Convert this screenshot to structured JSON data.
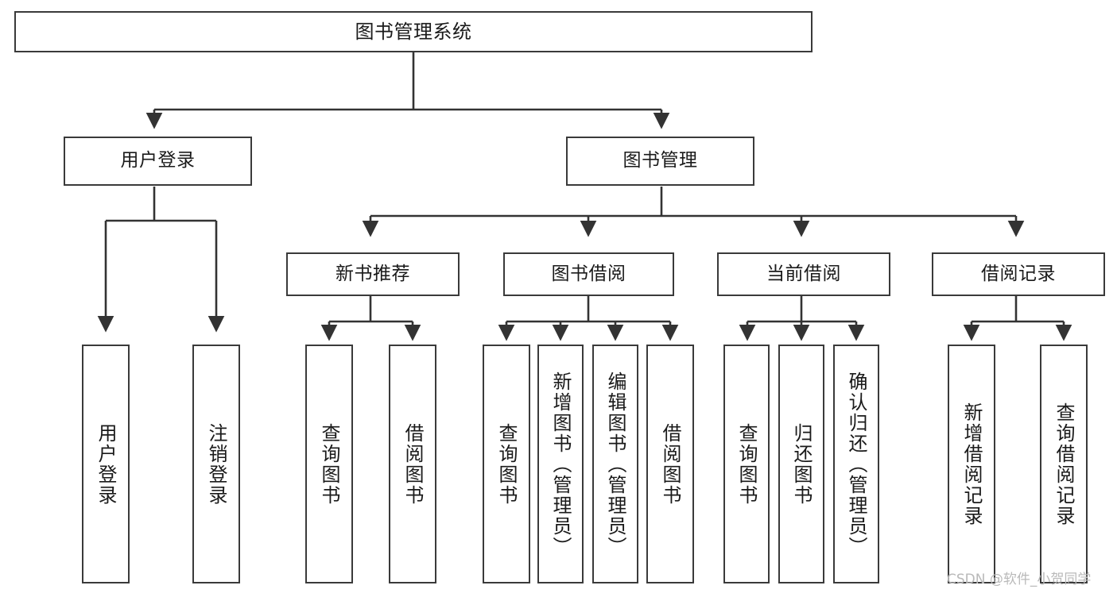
{
  "diagram": {
    "title": "图书管理系统",
    "type": "tree-hierarchy",
    "watermark": "CSDN @软件_小贺同学"
  },
  "nodes": {
    "root": {
      "label": "图书管理系统"
    },
    "level1": [
      {
        "label": "用户登录"
      },
      {
        "label": "图书管理"
      }
    ],
    "level2": [
      {
        "label": "新书推荐"
      },
      {
        "label": "图书借阅"
      },
      {
        "label": "当前借阅"
      },
      {
        "label": "借阅记录"
      }
    ],
    "leaves": {
      "user_login": [
        {
          "label": "用户登录"
        },
        {
          "label": "注销登录"
        }
      ],
      "new_book_rec": [
        {
          "label": "查询图书"
        },
        {
          "label": "借阅图书"
        }
      ],
      "book_borrow": [
        {
          "label": "查询图书"
        },
        {
          "label": "新增图书（管理员）"
        },
        {
          "label": "编辑图书（管理员）"
        },
        {
          "label": "借阅图书"
        }
      ],
      "current_borrow": [
        {
          "label": "查询图书"
        },
        {
          "label": "归还图书"
        },
        {
          "label": "确认归还（管理员）"
        }
      ],
      "borrow_record": [
        {
          "label": "新增借阅记录"
        },
        {
          "label": "查询借阅记录"
        }
      ]
    }
  },
  "colors": {
    "stroke": "#3a3a3a",
    "background": "#ffffff",
    "text": "#1a1a1a",
    "watermark": "#b9b9b9"
  }
}
